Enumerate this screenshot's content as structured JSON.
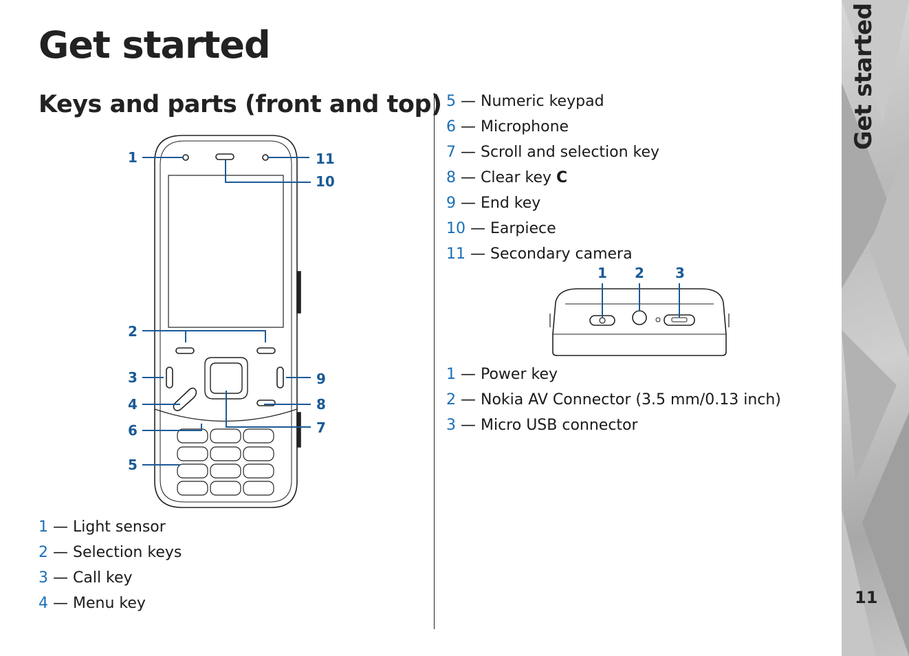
{
  "page_title": "Get started",
  "section_title": "Keys and parts (front and top)",
  "side_tab": "Get started",
  "page_number": "11",
  "front_callouts": [
    "1",
    "2",
    "3",
    "4",
    "6",
    "5",
    "11",
    "10",
    "9",
    "8",
    "7"
  ],
  "front_list": [
    {
      "num": "1",
      "text": "— Light sensor"
    },
    {
      "num": "2",
      "text": "— Selection keys"
    },
    {
      "num": "3",
      "text": "— Call key"
    },
    {
      "num": "4",
      "text": "— Menu key"
    }
  ],
  "right_list": [
    {
      "num": "5",
      "text": "— Numeric keypad"
    },
    {
      "num": "6",
      "text": "— Microphone"
    },
    {
      "num": "7",
      "text": "— Scroll and selection key"
    },
    {
      "num": "8",
      "text": "— Clear key ",
      "key": "C"
    },
    {
      "num": "9",
      "text": "— End key"
    },
    {
      "num": "10",
      "text": "— Earpiece"
    },
    {
      "num": "11",
      "text": "— Secondary camera"
    }
  ],
  "top_callouts": [
    "1",
    "2",
    "3"
  ],
  "top_list": [
    {
      "num": "1",
      "text": "— Power key"
    },
    {
      "num": "2",
      "text": "— Nokia AV Connector (3.5 mm/0.13 inch)"
    },
    {
      "num": "3",
      "text": "— Micro USB connector"
    }
  ],
  "colors": {
    "accent": "#1a6fb8",
    "callout": "#1a5a96",
    "text": "#1a1a1a"
  }
}
